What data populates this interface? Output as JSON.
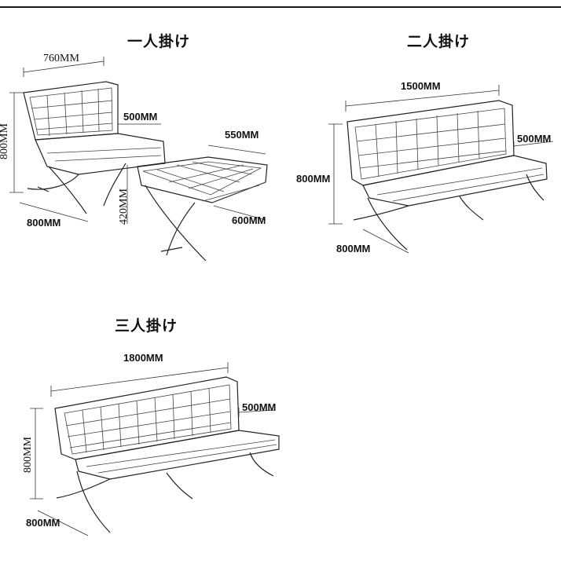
{
  "panels": {
    "single": {
      "title": "一人掛け",
      "width": "760MM",
      "depth": "800MM",
      "height": "800MM",
      "seat": "500MM",
      "ottoman_depth": "550MM",
      "ottoman_height": "420MM",
      "ottoman_width": "600MM"
    },
    "double": {
      "title": "二人掛け",
      "width": "1500MM",
      "seat": "500MM",
      "height": "800MM",
      "depth": "800MM"
    },
    "triple": {
      "title": "三人掛け",
      "width": "1800MM",
      "seat": "500MM",
      "height": "800MM",
      "depth": "800MM"
    }
  }
}
